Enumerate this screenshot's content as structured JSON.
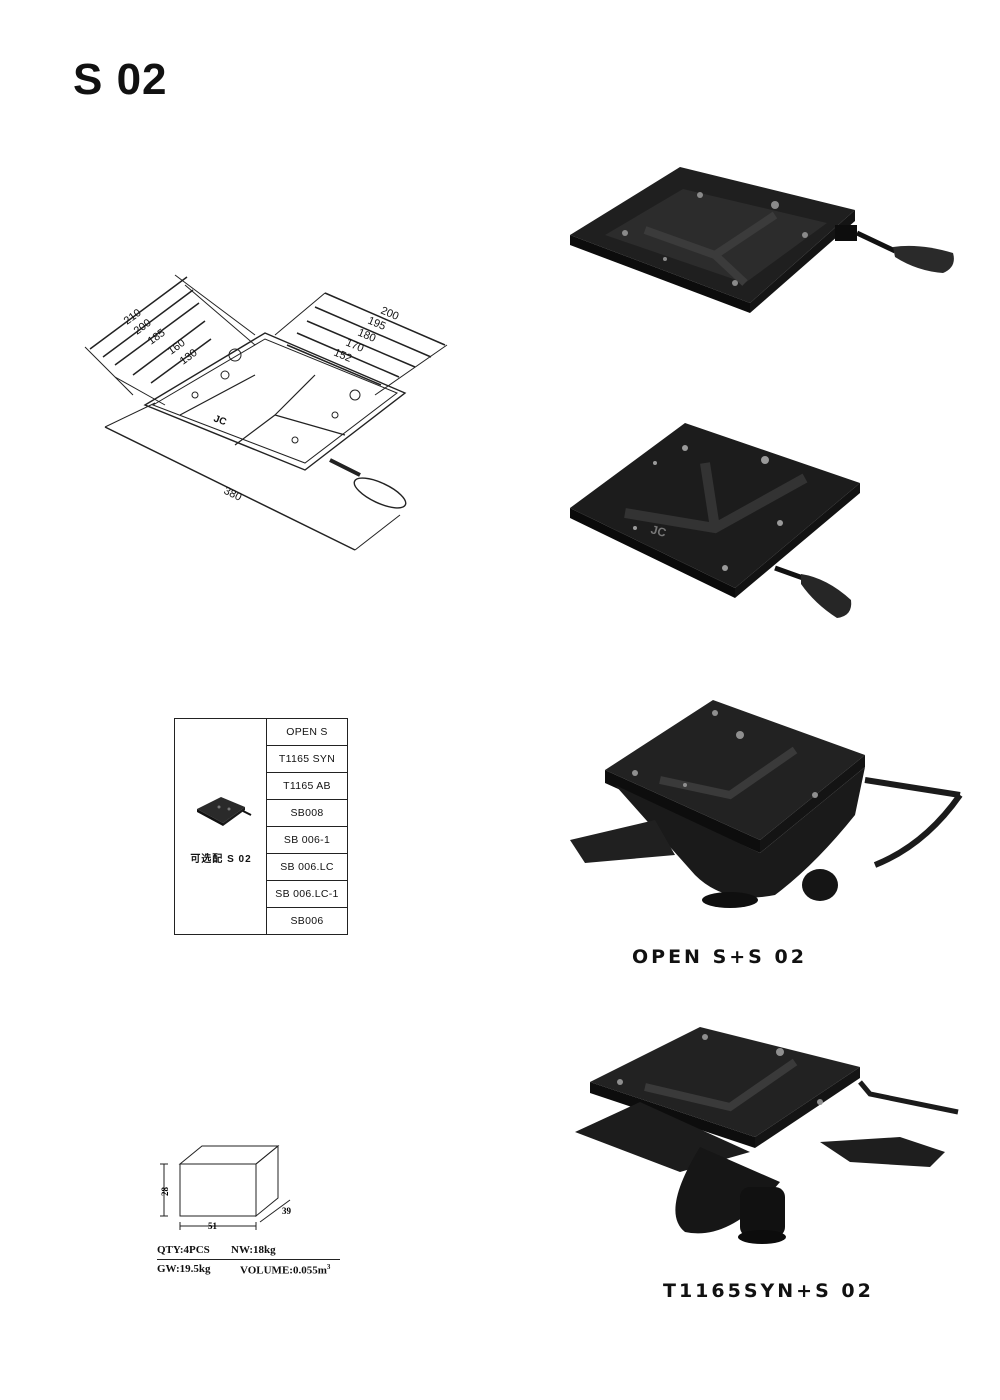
{
  "title": "S 02",
  "drawing": {
    "left_dims": [
      "210",
      "200",
      "185",
      "160",
      "130"
    ],
    "right_dims": [
      "200",
      "195",
      "180",
      "170",
      "152"
    ],
    "length_dim": "380",
    "plate_mark": "JC"
  },
  "options": {
    "caption": "可选配 S 02",
    "items": [
      "OPEN S",
      "T1165 SYN",
      "T1165 AB",
      "SB008",
      "SB 006-1",
      "SB 006.LC",
      "SB 006.LC-1",
      "SB006"
    ]
  },
  "package": {
    "height": "28",
    "width": "51",
    "depth": "39",
    "qty": "QTY:4PCS",
    "nw": "NW:18kg",
    "gw": "GW:19.5kg",
    "volume": "VOLUME:0.055m",
    "volume_exp": "3"
  },
  "photos": {
    "caption_3": "OPEN S+S 02",
    "caption_4": "T1165SYN+S 02"
  },
  "colors": {
    "product": "#1c1c1c",
    "line": "#222222"
  }
}
